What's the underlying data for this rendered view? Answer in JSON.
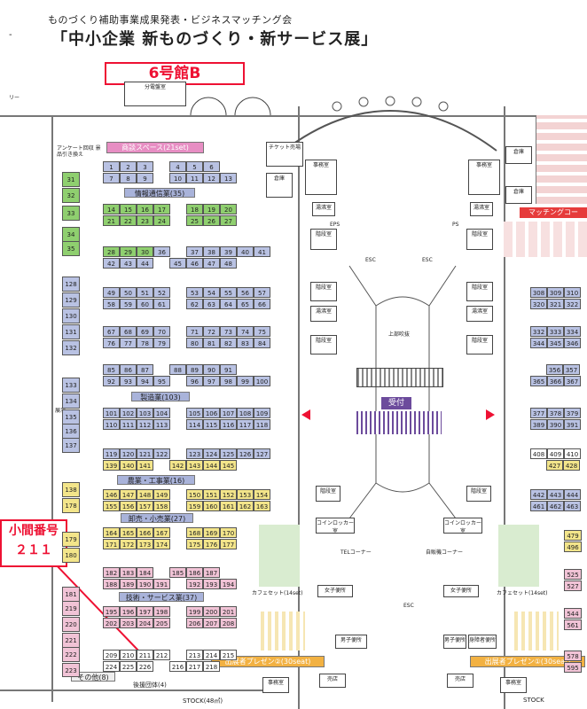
{
  "header": {
    "subtitle": "ものづくり補助事業成果発表・ビジネスマッチング会",
    "title": "「中小企業 新ものづくり・新サービス展」",
    "hall": "6号館B"
  },
  "callout": {
    "line1": "小間番号",
    "line2": "２１１"
  },
  "labels": {
    "shodan": "商談スペース(21set)",
    "joho": "情報通信業(35)",
    "seizo": "製造業(103)",
    "nogyo": "農業・工事業(16)",
    "oroshi": "卸売・小売業(27)",
    "gijutsu": "技術・サービス業(37)",
    "sonota": "その他(8)",
    "koen": "後援団体(4)",
    "uketsuke": "受付",
    "matching": "マッチングコー",
    "presen2": "出展者プレゼン②(30seat)",
    "presen1": "出展者プレゼン①(30seat)",
    "cafe": "カフェセット(14set)",
    "anketo": "アンケート回収 景品引き換え",
    "tenjisho": "展示",
    "stock": "STOCK(48㎡)",
    "ri": "リー",
    "densei": "分電盤室",
    "ticket": "チケット売場",
    "souko": "倉庫",
    "jimushitsu": "事務室",
    "yumishitsu": "湯沸室",
    "kaidan": "階段室",
    "esc": "ESC",
    "eps": "EPS",
    "ps": "PS",
    "jobu": "上部吹抜",
    "coin": "コインロッカー室",
    "tel": "TELコーナー",
    "jihan": "自販機コーナー",
    "josei": "女子便所",
    "dansei": "男子便所",
    "shogai": "身障者便所",
    "baiten": "売店"
  },
  "booths": {
    "left_col": [
      "31",
      "32",
      "33",
      "34",
      "35",
      "128",
      "129",
      "130",
      "131",
      "132",
      "133",
      "134",
      "135",
      "136",
      "137",
      "138",
      "178",
      "179",
      "180",
      "181",
      "219",
      "220",
      "221",
      "222",
      "223"
    ],
    "b1_6": [
      "1",
      "2",
      "3",
      "4",
      "5",
      "6"
    ],
    "b7_13": [
      "7",
      "8",
      "9",
      "10",
      "11",
      "12",
      "13"
    ],
    "b14_20": [
      "14",
      "15",
      "16",
      "17",
      "18",
      "19",
      "20"
    ],
    "b21_27": [
      "21",
      "22",
      "23",
      "24",
      "25",
      "26",
      "27"
    ],
    "b28_41": [
      "28",
      "29",
      "30",
      "36",
      "37",
      "38",
      "39",
      "40",
      "41"
    ],
    "b42_48": [
      "42",
      "43",
      "44",
      "45",
      "46",
      "47",
      "48"
    ],
    "b49_57": [
      "49",
      "50",
      "51",
      "52",
      "53",
      "54",
      "55",
      "56",
      "57"
    ],
    "b58_66": [
      "58",
      "59",
      "60",
      "61",
      "62",
      "63",
      "64",
      "65",
      "66"
    ],
    "b67_75": [
      "67",
      "68",
      "69",
      "70",
      "71",
      "72",
      "73",
      "74",
      "75"
    ],
    "b76_84": [
      "76",
      "77",
      "78",
      "79",
      "80",
      "81",
      "82",
      "83",
      "84"
    ],
    "b85_91": [
      "85",
      "86",
      "87",
      "88",
      "89",
      "90",
      "91"
    ],
    "b92_100": [
      "92",
      "93",
      "94",
      "95",
      "96",
      "97",
      "98",
      "99",
      "100"
    ],
    "b101_109": [
      "101",
      "102",
      "103",
      "104",
      "105",
      "106",
      "107",
      "108",
      "109"
    ],
    "b110_118": [
      "110",
      "111",
      "112",
      "113",
      "114",
      "115",
      "116",
      "117",
      "118"
    ],
    "b119_127": [
      "119",
      "120",
      "121",
      "122",
      "123",
      "124",
      "125",
      "126",
      "127"
    ],
    "b139_145": [
      "139",
      "140",
      "141",
      "142",
      "143",
      "144",
      "145"
    ],
    "b146_154": [
      "146",
      "147",
      "148",
      "149",
      "150",
      "151",
      "152",
      "153",
      "154"
    ],
    "b155_163": [
      "155",
      "156",
      "157",
      "158",
      "159",
      "160",
      "161",
      "162",
      "163"
    ],
    "b164_170": [
      "164",
      "165",
      "166",
      "167",
      "168",
      "169",
      "170"
    ],
    "b171_177": [
      "171",
      "172",
      "173",
      "174",
      "175",
      "176",
      "177"
    ],
    "b182_187": [
      "182",
      "183",
      "184",
      "185",
      "186",
      "187"
    ],
    "b188_194": [
      "188",
      "189",
      "190",
      "191",
      "192",
      "193",
      "194"
    ],
    "b195_201": [
      "195",
      "196",
      "197",
      "198",
      "199",
      "200",
      "201"
    ],
    "b202_208": [
      "202",
      "203",
      "204",
      "205",
      "206",
      "207",
      "208"
    ],
    "b209_215": [
      "209",
      "210",
      "211",
      "212",
      "213",
      "214",
      "215"
    ],
    "b224_218": [
      "224",
      "225",
      "226",
      "216",
      "217",
      "218"
    ],
    "right_1": [
      "308",
      "309",
      "310",
      "320",
      "321",
      "322"
    ],
    "right_2": [
      "332",
      "333",
      "334",
      "344",
      "345",
      "346"
    ],
    "right_3": [
      "356",
      "357",
      "365",
      "366",
      "367"
    ],
    "right_4": [
      "377",
      "378",
      "379",
      "389",
      "390",
      "391"
    ],
    "right_5": [
      "408",
      "409",
      "410",
      "427",
      "428"
    ],
    "right_6": [
      "442",
      "443",
      "444",
      "461",
      "462",
      "463"
    ],
    "right_7": [
      "479",
      "496",
      "525",
      "527",
      "544",
      "561",
      "578",
      "595"
    ]
  }
}
